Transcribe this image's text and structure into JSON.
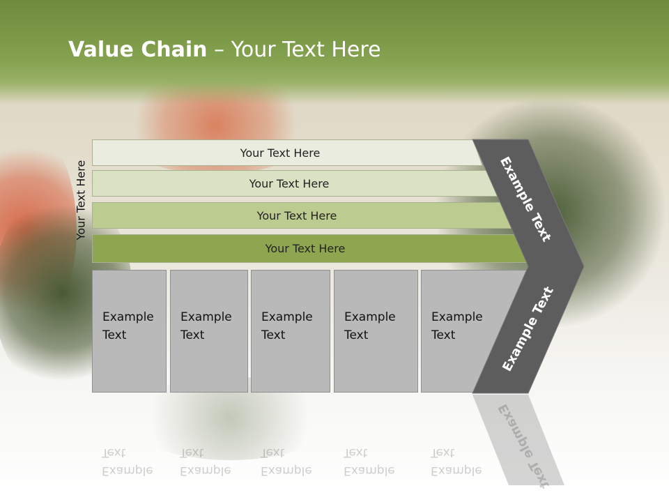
{
  "slide": {
    "title_bold": "Value Chain",
    "title_rest": " – Your Text Here",
    "side_label": "Your Text Here",
    "rows": [
      "Your Text Here",
      "Your Text Here",
      "Your Text Here",
      "Your Text Here"
    ],
    "columns": [
      {
        "line1": "Example",
        "line2": "Text"
      },
      {
        "line1": "Example",
        "line2": "Text"
      },
      {
        "line1": "Example",
        "line2": "Text"
      },
      {
        "line1": "Example",
        "line2": "Text"
      },
      {
        "line1": "Example",
        "line2": "Text"
      }
    ],
    "chevron_upper": "Example Text",
    "chevron_lower": "Example Text"
  },
  "colors": {
    "header": "#83a14e",
    "row1": "#e9ecde",
    "row2": "#d9e2c3",
    "row3": "#bccb8f",
    "row4": "#8fa650",
    "column": "#b9b9b9",
    "chevron": "#5d5d5d"
  }
}
